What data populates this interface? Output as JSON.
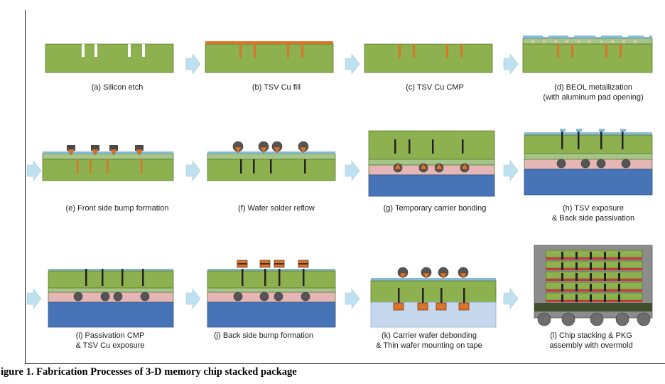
{
  "figure_caption": "'igure 1. Fabrication Processes of 3-D memory chip stacked package",
  "colors": {
    "silicon": "#8cb14e",
    "silicon_edge": "#5c7a2c",
    "copper": "#d9742a",
    "carrier": "#4674b6",
    "adhesive": "#e6b5b5",
    "tape": "#c6d8ee",
    "passivation": "#86b9d9",
    "solder": "#5a5a5a",
    "arrow": "#bfe1ef",
    "mold": "#8c8c8c",
    "substrate": "#3f4f2c"
  },
  "steps": [
    {
      "caption": [
        "(a) Silicon etch"
      ]
    },
    {
      "caption": [
        "(b) TSV Cu fill"
      ]
    },
    {
      "caption": [
        "(c) TSV Cu CMP"
      ]
    },
    {
      "caption": [
        "(d) BEOL metallization",
        "(with aluminum pad opening)"
      ]
    },
    {
      "caption": [
        "(e) Front side bump formation"
      ]
    },
    {
      "caption": [
        "(f) Wafer solder reflow"
      ]
    },
    {
      "caption": [
        "(g) Temporary carrier bonding"
      ]
    },
    {
      "caption": [
        "(h) TSV exposure",
        "& Back side passivation"
      ]
    },
    {
      "caption": [
        "(i) Passivation CMP",
        "& TSV Cu exposure"
      ]
    },
    {
      "caption": [
        "(j) Back side bump formation"
      ]
    },
    {
      "caption": [
        "(k) Carrier wafer debonding",
        "& Thin wafer mounting on tape"
      ]
    },
    {
      "caption": [
        "(l) Chip stacking & PKG",
        "assembly with overmold"
      ]
    }
  ]
}
